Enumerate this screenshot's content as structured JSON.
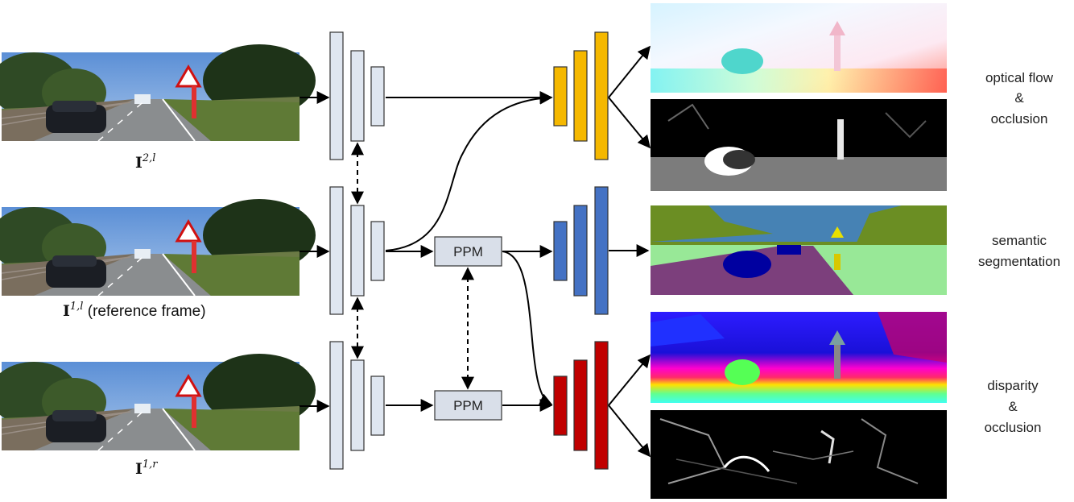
{
  "inputs": [
    {
      "id": "I2l",
      "base": "I",
      "sup": "2,",
      "sup_var": "l",
      "suffix": ""
    },
    {
      "id": "I1l",
      "base": "I",
      "sup": "1,",
      "sup_var": "l",
      "suffix": " (reference frame)"
    },
    {
      "id": "I1r",
      "base": "I",
      "sup": "1,",
      "sup_var": "r",
      "suffix": ""
    }
  ],
  "modules": {
    "ppm_top": "PPM",
    "ppm_bottom": "PPM"
  },
  "outputs": {
    "flow_line1": "optical flow",
    "flow_line2": "&",
    "flow_line3": "occlusion",
    "seg_line1": "semantic",
    "seg_line2": "segmentation",
    "disp_line1": "disparity",
    "disp_line2": "&",
    "disp_line3": "occlusion"
  },
  "colors": {
    "encoder_fill": "#dfe6f0",
    "ppm_fill": "#d9dfe9",
    "flow_decoder": "#f5b800",
    "seg_decoder": "#4472c4",
    "disp_decoder": "#c00000",
    "seg_road": "#7c3f7c",
    "seg_sky": "#4682b4",
    "seg_vegetation": "#6b8e23",
    "seg_terrain": "#98e897",
    "seg_car": "#0000a0"
  }
}
